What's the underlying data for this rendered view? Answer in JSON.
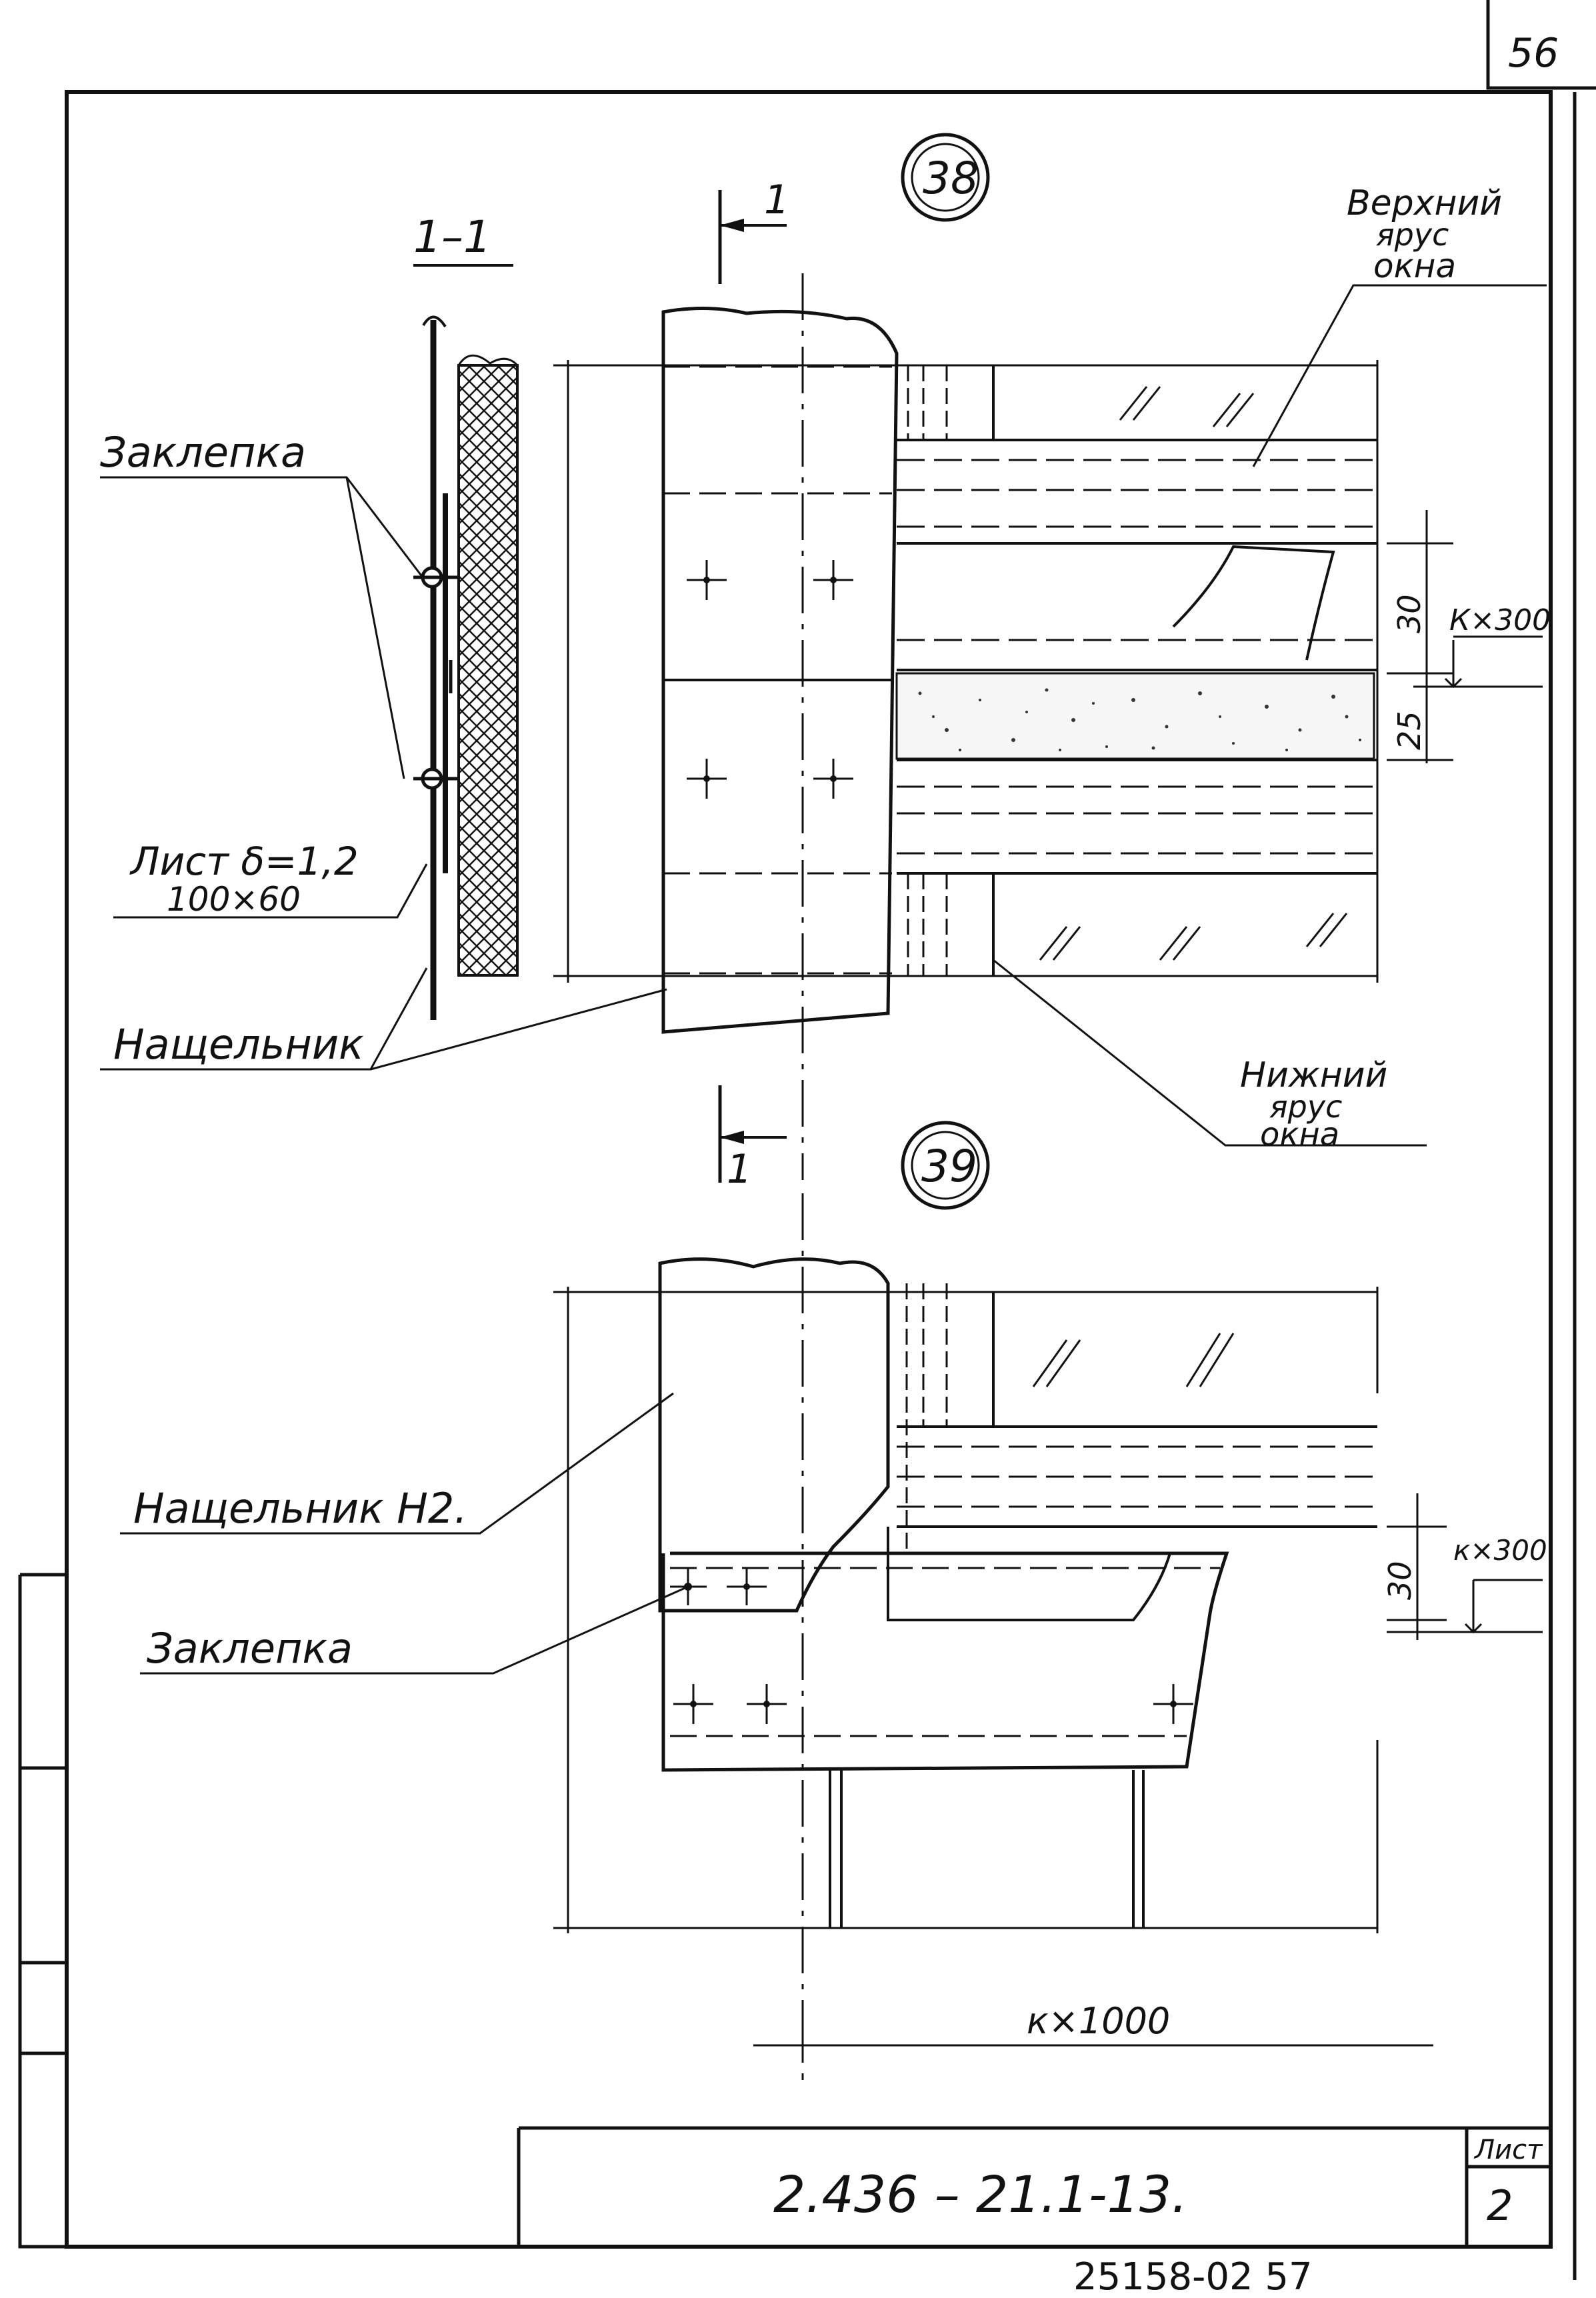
{
  "page_number": "56",
  "callouts": {
    "detail_38": "38",
    "detail_39": "39",
    "section_mark_top": "1",
    "section_mark_bottom": "1"
  },
  "section_title": "1–1",
  "labels": {
    "rivet_top": "Заклепка",
    "sheet_line1": "Лист δ=1,2",
    "sheet_line2": "100×60",
    "batten": "Нащельник",
    "upper_tier_1": "Верхний",
    "upper_tier_2": "ярус",
    "upper_tier_3": "окна",
    "lower_tier_1": "Нижний",
    "lower_tier_2": "ярус",
    "lower_tier_3": "окна",
    "batten_h2": "Нащельник Н2.",
    "rivet_bottom": "Заклепка"
  },
  "dimensions": {
    "dim_30_top": "30",
    "dim_25": "25",
    "dim_kx300_top": "К×300",
    "dim_30_bottom": "30",
    "dim_kx300_bottom": "к×300",
    "dim_kx1000": "к×1000"
  },
  "title_block": {
    "designation": "2.436 – 21.1-13.",
    "sheet_label": "Лист",
    "sheet_number": "2"
  },
  "archive_number": "25158-02 57"
}
